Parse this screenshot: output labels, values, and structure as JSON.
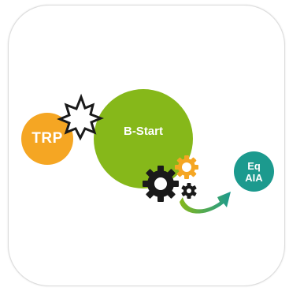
{
  "diagram": {
    "nodes": [
      {
        "id": "trp",
        "label": "TRP",
        "color": "#f5a623"
      },
      {
        "id": "b-start",
        "label": "B-Start",
        "color": "#86b81a"
      },
      {
        "id": "eq-aia",
        "label_line1": "Eq",
        "label_line2": "AIA",
        "color": "#1c9a8e"
      }
    ],
    "icons": {
      "burst": "starburst-icon",
      "gears": [
        "large-gear-icon",
        "small-gear-icon",
        "orange-gear-icon"
      ],
      "arrow": "curved-arrow-icon"
    },
    "colors": {
      "gear_dark": "#1a1a1a",
      "gear_orange": "#f5a623",
      "arrow_start": "#86b81a",
      "arrow_end": "#1c9a8e",
      "card_border": "#dcdcdc"
    }
  }
}
